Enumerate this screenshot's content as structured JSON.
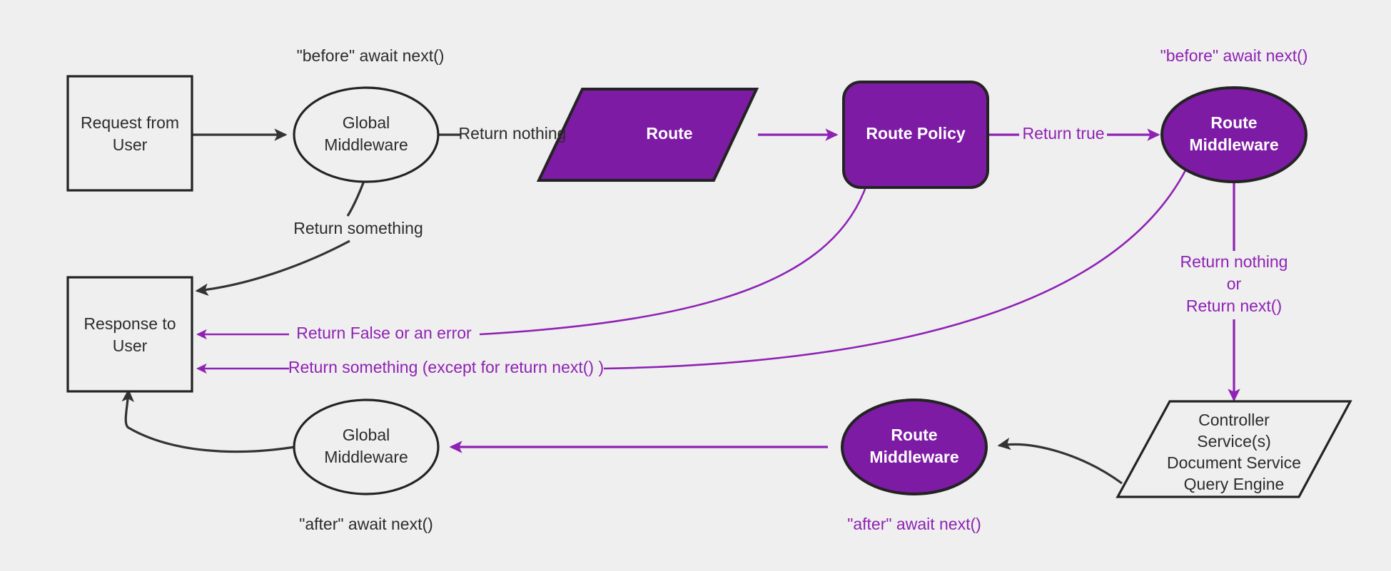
{
  "diagram": {
    "title": "Request lifecycle middleware flow",
    "background_color": "#efefef",
    "accent_purple": "#8f22b4",
    "fill_purple": "#7d1ba4",
    "dark_stroke": "#232323",
    "nodes": {
      "request_from_user": {
        "line1": "Request from",
        "line2": "User",
        "shape": "rectangle"
      },
      "global_middleware_top": {
        "line1": "Global",
        "line2": "Middleware",
        "shape": "ellipse"
      },
      "route": {
        "line1": "Route",
        "shape": "parallelogram"
      },
      "route_policy": {
        "line1": "Route Policy",
        "shape": "rounded-rectangle"
      },
      "route_middleware_top": {
        "line1": "Route",
        "line2": "Middleware",
        "shape": "ellipse"
      },
      "controller": {
        "line1": "Controller",
        "line2": "Service(s)",
        "line3": "Document Service",
        "line4": "Query Engine",
        "shape": "parallelogram"
      },
      "route_middleware_bottom": {
        "line1": "Route",
        "line2": "Middleware",
        "shape": "ellipse"
      },
      "global_middleware_bottom": {
        "line1": "Global",
        "line2": "Middleware",
        "shape": "ellipse"
      },
      "response_to_user": {
        "line1": "Response to",
        "line2": "User",
        "shape": "rectangle"
      }
    },
    "annotations": {
      "before_await_next_dark": "\"before\" await next()",
      "before_await_next_purple": "\"before\" await next()",
      "after_await_next_dark": "\"after\" await next()",
      "after_await_next_purple": "\"after\" await next()"
    },
    "edge_labels": {
      "return_nothing": "Return nothing",
      "return_something_dark": "Return something",
      "return_true": "Return true",
      "return_nothing_or_1": "Return nothing",
      "return_nothing_or_2": "or",
      "return_nothing_or_3": "Return next()",
      "return_false_or_error": "Return False or an error",
      "return_something_except": "Return something (except for return next() )"
    }
  }
}
